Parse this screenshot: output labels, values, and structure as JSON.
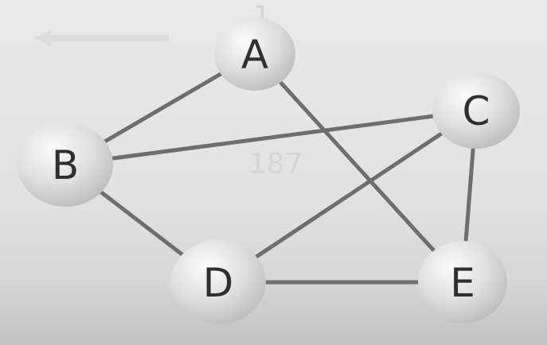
{
  "graph": {
    "nodes": [
      {
        "id": "A",
        "label": "A"
      },
      {
        "id": "B",
        "label": "B"
      },
      {
        "id": "C",
        "label": "C"
      },
      {
        "id": "D",
        "label": "D"
      },
      {
        "id": "E",
        "label": "E"
      }
    ],
    "edges": [
      {
        "from": "A",
        "to": "B"
      },
      {
        "from": "A",
        "to": "E"
      },
      {
        "from": "B",
        "to": "C"
      },
      {
        "from": "B",
        "to": "D"
      },
      {
        "from": "C",
        "to": "D"
      },
      {
        "from": "C",
        "to": "E"
      },
      {
        "from": "D",
        "to": "E"
      }
    ]
  },
  "colors": {
    "edge": "#6e6e6e",
    "node_fill": "#d9d9d7",
    "label": "#2f2f2f"
  }
}
